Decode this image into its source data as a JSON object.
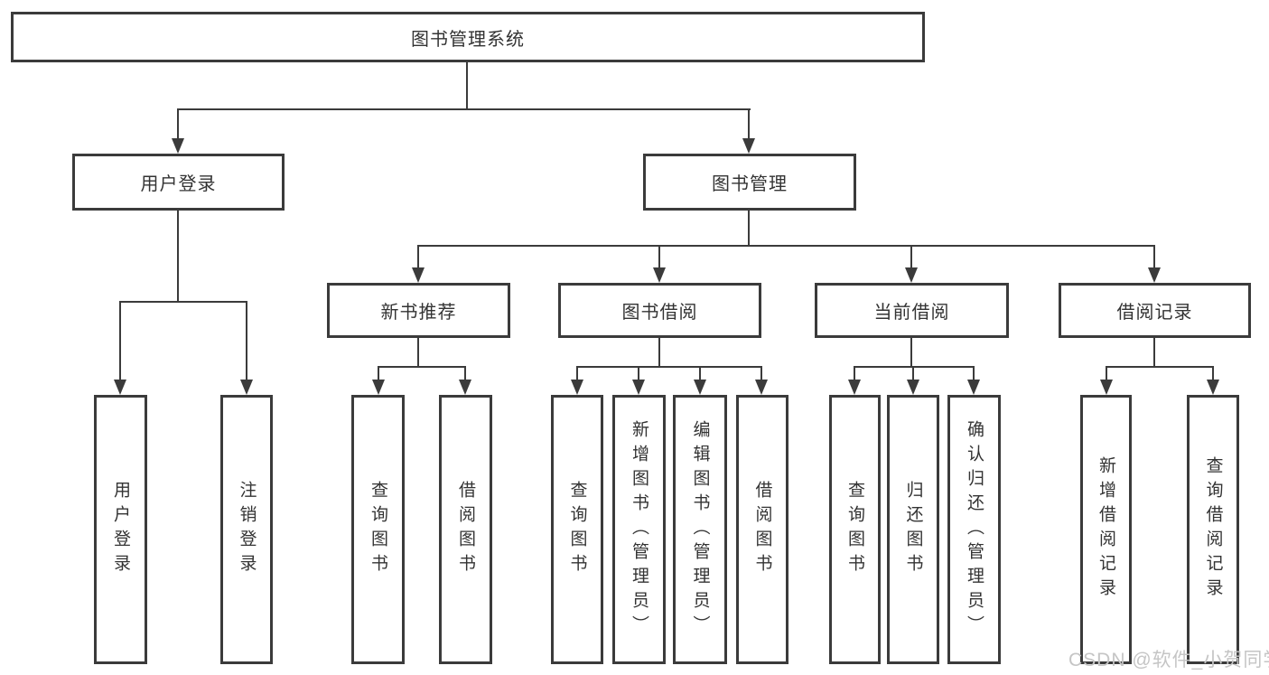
{
  "diagram": {
    "root": {
      "label": "图书管理系统"
    },
    "branches": [
      {
        "label": "用户登录",
        "children": [
          "用户登录",
          "注销登录"
        ]
      },
      {
        "label": "图书管理"
      }
    ],
    "sections": [
      {
        "label": "新书推荐",
        "children": [
          "查询图书",
          "借阅图书"
        ]
      },
      {
        "label": "图书借阅",
        "children": [
          "查询图书",
          "新增图书（管理员）",
          "编辑图书（管理员）",
          "借阅图书"
        ]
      },
      {
        "label": "当前借阅",
        "children": [
          "查询图书",
          "归还图书",
          "确认归还（管理员）"
        ]
      },
      {
        "label": "借阅记录",
        "children": [
          "新增借阅记录",
          "查询借阅记录"
        ]
      }
    ]
  },
  "colors": {
    "line": "#3b3b3b",
    "text": "#333333",
    "watermark": "#c5c5c5",
    "background": "#ffffff"
  },
  "watermark": "CSDN @软件_小贺同学"
}
